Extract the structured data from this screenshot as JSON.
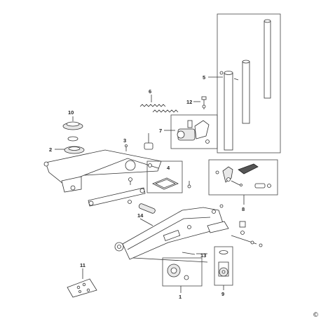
{
  "callouts": {
    "c1": "1",
    "c2": "2",
    "c3": "3",
    "c4": "4",
    "c5": "5",
    "c6": "6",
    "c7": "7",
    "c8": "8",
    "c9": "9",
    "c10": "10",
    "c11": "11",
    "c12": "12",
    "c13": "13",
    "c14": "14"
  },
  "copyright_symbol": "©"
}
